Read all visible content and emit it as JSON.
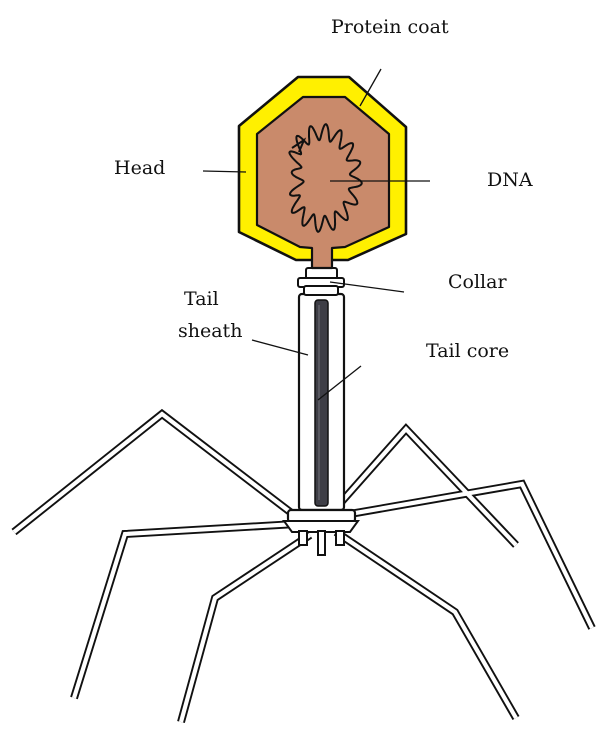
{
  "diagram": {
    "labels": {
      "protein_coat": "Protein coat",
      "head": "Head",
      "dna": "DNA",
      "collar": "Collar",
      "tail": "Tail",
      "sheath": "sheath",
      "tail_core": "Tail core"
    },
    "colors": {
      "protein_coat": "#fff000",
      "head_interior": "#c98a6b",
      "dna": "#111111",
      "tail_core": "#3e3e46",
      "outline": "#111111"
    }
  }
}
